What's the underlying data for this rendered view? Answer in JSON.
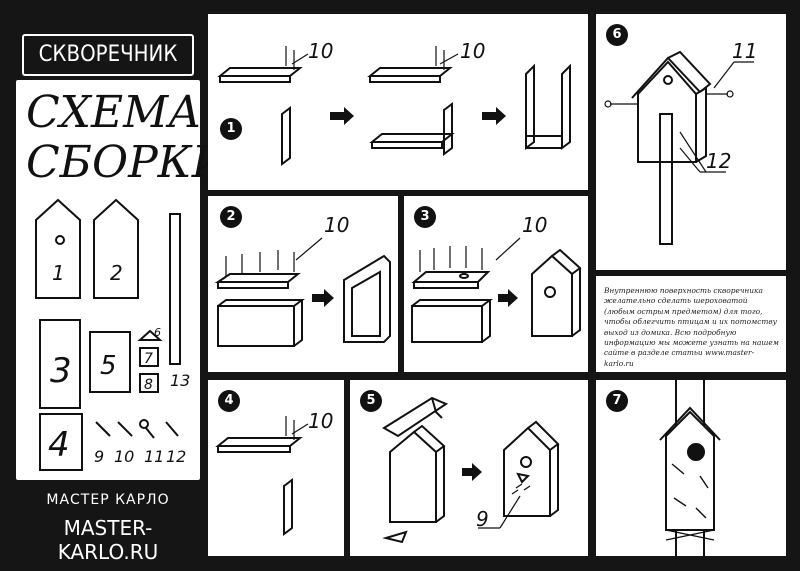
{
  "sidebar": {
    "title": "СКВОРЕЧНИК",
    "heading_line1": "СХЕМА",
    "heading_line2": "СБОРКИ",
    "part_labels": [
      "1",
      "2",
      "3",
      "4",
      "5",
      "6",
      "7",
      "8",
      "9",
      "10",
      "11",
      "12",
      "13"
    ],
    "brand_name": "МАСТЕР КАРЛО",
    "brand_url": "MASTER-KARLO.RU"
  },
  "steps": {
    "s1": {
      "number": "1",
      "part_label": "10",
      "part_label_2": "10"
    },
    "s2": {
      "number": "2",
      "part_label": "10"
    },
    "s3": {
      "number": "3",
      "part_label": "10"
    },
    "s4": {
      "number": "4",
      "part_label": "10"
    },
    "s5": {
      "number": "5",
      "part_label": "9"
    },
    "s6": {
      "number": "6",
      "part_label": "11",
      "part_label_2": "12"
    },
    "s7": {
      "number": "7"
    }
  },
  "info_text": "Внутреннюю поверхность скворечника желательно сделать шероховатой (любым острым предметом) для того, чтобы облегчить птицам и их потомству выход из домика. Всю подробную информацию мы можете узнать на нашем сайте в разделе статьи www.master-karlo.ru"
}
